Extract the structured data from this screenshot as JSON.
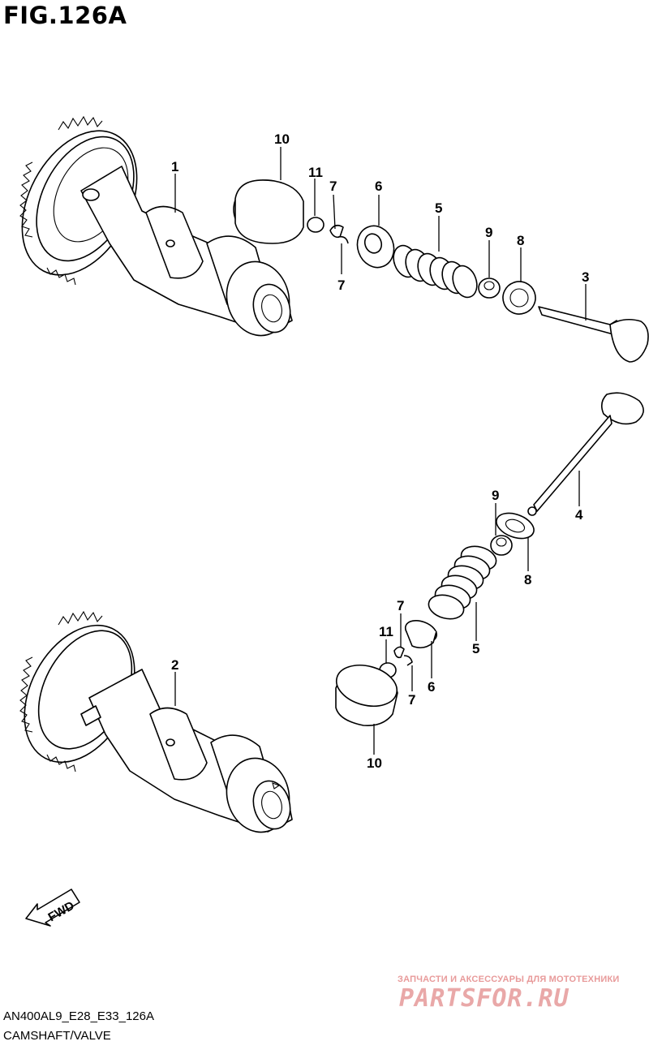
{
  "figure": {
    "title": "FIG.126A"
  },
  "callouts": {
    "p10_top": "10",
    "p11_top": "11",
    "p7_top_a": "7",
    "p7_top_b": "7",
    "p6_top": "6",
    "p5_top": "5",
    "p9_top": "9",
    "p8_top": "8",
    "p3": "3",
    "p1": "1",
    "p4": "4",
    "p9_bot": "9",
    "p8_bot": "8",
    "p5_bot": "5",
    "p7_bot_a": "7",
    "p11_bot": "11",
    "p6_bot": "6",
    "p7_bot_b": "7",
    "p10_bot": "10",
    "p2": "2"
  },
  "fwd_label": "FWD",
  "footer": {
    "code": "AN400AL9_E28_E33_126A",
    "name": "CAMSHAFT/VALVE"
  },
  "watermark": {
    "tagline": "ЗАПЧАСТИ И АКСЕССУАРЫ ДЛЯ МОТОТЕХНИКИ",
    "brand": "PARTSFOR.RU"
  },
  "colors": {
    "line": "#000000",
    "watermark": "#e89a9a",
    "background": "#ffffff"
  }
}
